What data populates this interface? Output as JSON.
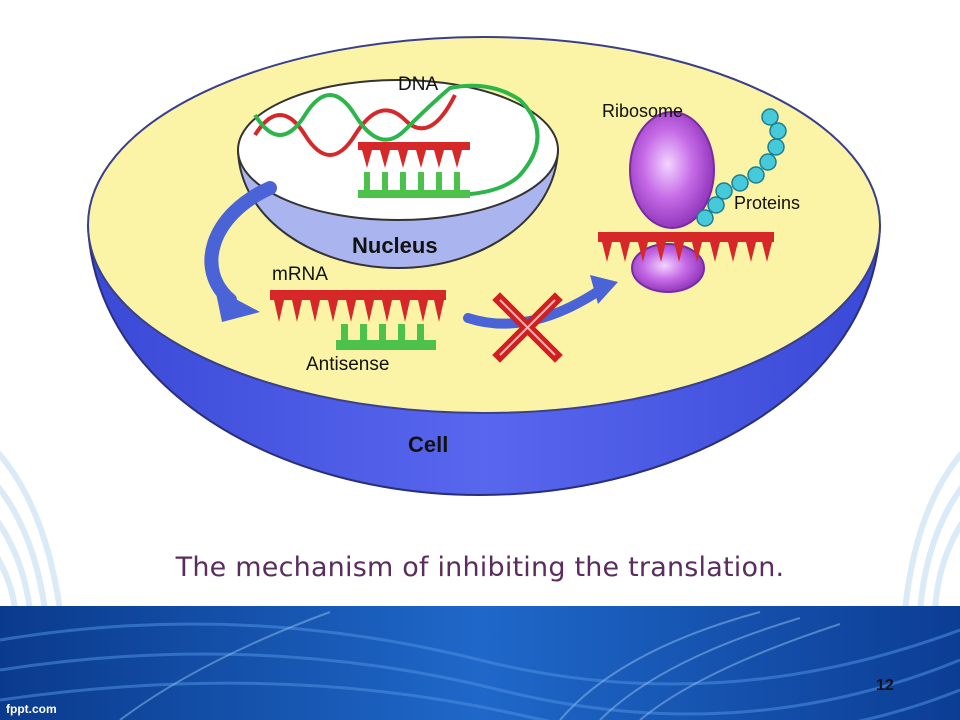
{
  "slide": {
    "caption": "The mechanism of inhibiting the translation.",
    "page_number": "12",
    "footer_brand": "fppt.com"
  },
  "diagram": {
    "labels": {
      "dna": "DNA",
      "nucleus": "Nucleus",
      "mrna": "mRNA",
      "antisense": "Antisense",
      "ribosome": "Ribosome",
      "proteins": "Proteins",
      "cell": "Cell"
    },
    "colors": {
      "cell_top": "#fbf3a6",
      "cell_side": "#4f5ce6",
      "nucleus_top": "#ffffff",
      "nucleus_side": "#aab4ee",
      "mrna": "#d62828",
      "antisense": "#4cc24c",
      "ribosome": "#b657d8",
      "protein_beads": "#47c9dc",
      "block_x": "#d11f1f",
      "arrow": "#4a63d6",
      "background_wave": "#0c3d94"
    },
    "icons": [
      "block-x-icon",
      "curved-arrow-icon"
    ]
  }
}
